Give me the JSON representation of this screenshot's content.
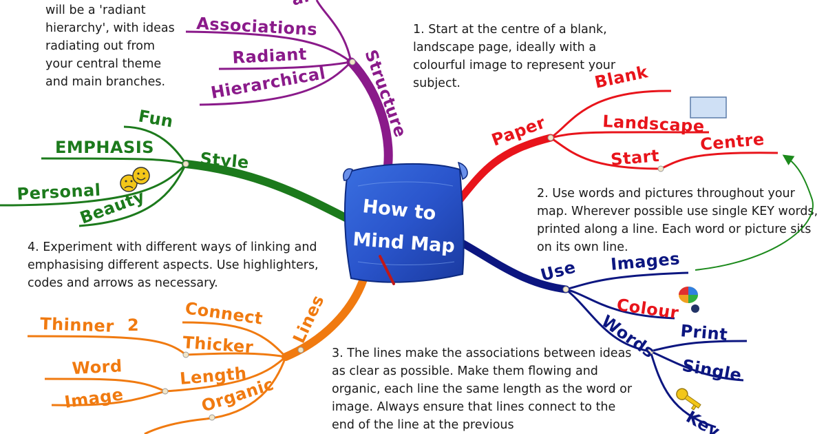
{
  "central_topic": {
    "line1": "How to",
    "line2": "Mind Map"
  },
  "branches": {
    "structure": {
      "label": "Structure",
      "color": "#8a1a8a",
      "sub": [
        "Associations",
        "Radiant",
        "Hierarchical"
      ],
      "top_fragment": "ar"
    },
    "paper": {
      "label": "Paper",
      "color": "#e8141b",
      "sub": [
        "Blank",
        "Landscape",
        "Start",
        "Centre"
      ]
    },
    "style": {
      "label": "Style",
      "color": "#1c7a1c",
      "sub": [
        "Fun",
        "EMPHASIS",
        "Personal",
        "Beauty"
      ]
    },
    "use": {
      "label": "Use",
      "color": "#0c1680",
      "sub": [
        "Images",
        "Colour",
        "Words",
        "Print",
        "Single",
        "Key"
      ]
    },
    "lines": {
      "label": "Lines",
      "color": "#f07a10",
      "sub": [
        "Connect",
        "Thinner",
        "2",
        "Thicker",
        "Word",
        "Length",
        "Image",
        "Organic"
      ]
    }
  },
  "notes": {
    "top_left": "will be a 'radiant hierarchy', with ideas radiating out from your central theme and main branches.",
    "step1": "1. Start at the centre of a blank, landscape page, ideally with a colourful image to represent your subject.",
    "step2": "2. Use words and pictures throughout your map. Wherever possible use single KEY words, printed along a line. Each word or picture sits on its own line.",
    "step3": "3. The lines make the associations between ideas as clear as possible. Make them flowing and organic, each line the same length as the word or image. Always ensure that lines connect to the end of the line at the previous",
    "step4": "4. Experiment with different ways of linking and emphasising different aspects. Use highlighters, codes and arrows as necessary."
  }
}
